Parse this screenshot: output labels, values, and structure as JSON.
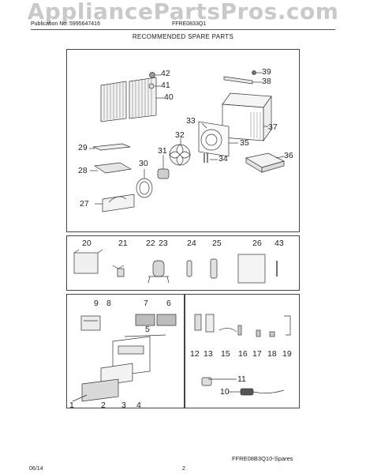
{
  "watermark": "AppliancePartsPros.com",
  "header": {
    "publication": "Publication No: 5995647416",
    "model": "FFRE0833Q1",
    "section_title": "RECOMMENDED SPARE PARTS"
  },
  "part_numbers": {
    "p42": "42",
    "p41": "41",
    "p40": "40",
    "p39": "39",
    "p38": "38",
    "p37": "37",
    "p36": "36",
    "p35": "35",
    "p34": "34",
    "p33": "33",
    "p32": "32",
    "p31": "31",
    "p30": "30",
    "p29": "29",
    "p28": "28",
    "p27": "27",
    "p20": "20",
    "p21": "21",
    "p22": "22",
    "p23": "23",
    "p24": "24",
    "p25": "25",
    "p26": "26",
    "p43": "43",
    "p9": "9",
    "p8": "8",
    "p7": "7",
    "p6": "6",
    "p5": "5",
    "p1": "1",
    "p2": "2",
    "p3": "3",
    "p4": "4",
    "p12": "12",
    "p13": "13",
    "p15": "15",
    "p16": "16",
    "p17": "17",
    "p18": "18",
    "p19": "19",
    "p11": "11",
    "p10": "10"
  },
  "footer": {
    "caption": "FFRE08B3Q10-Spares",
    "date": "06/14",
    "page": "2"
  }
}
